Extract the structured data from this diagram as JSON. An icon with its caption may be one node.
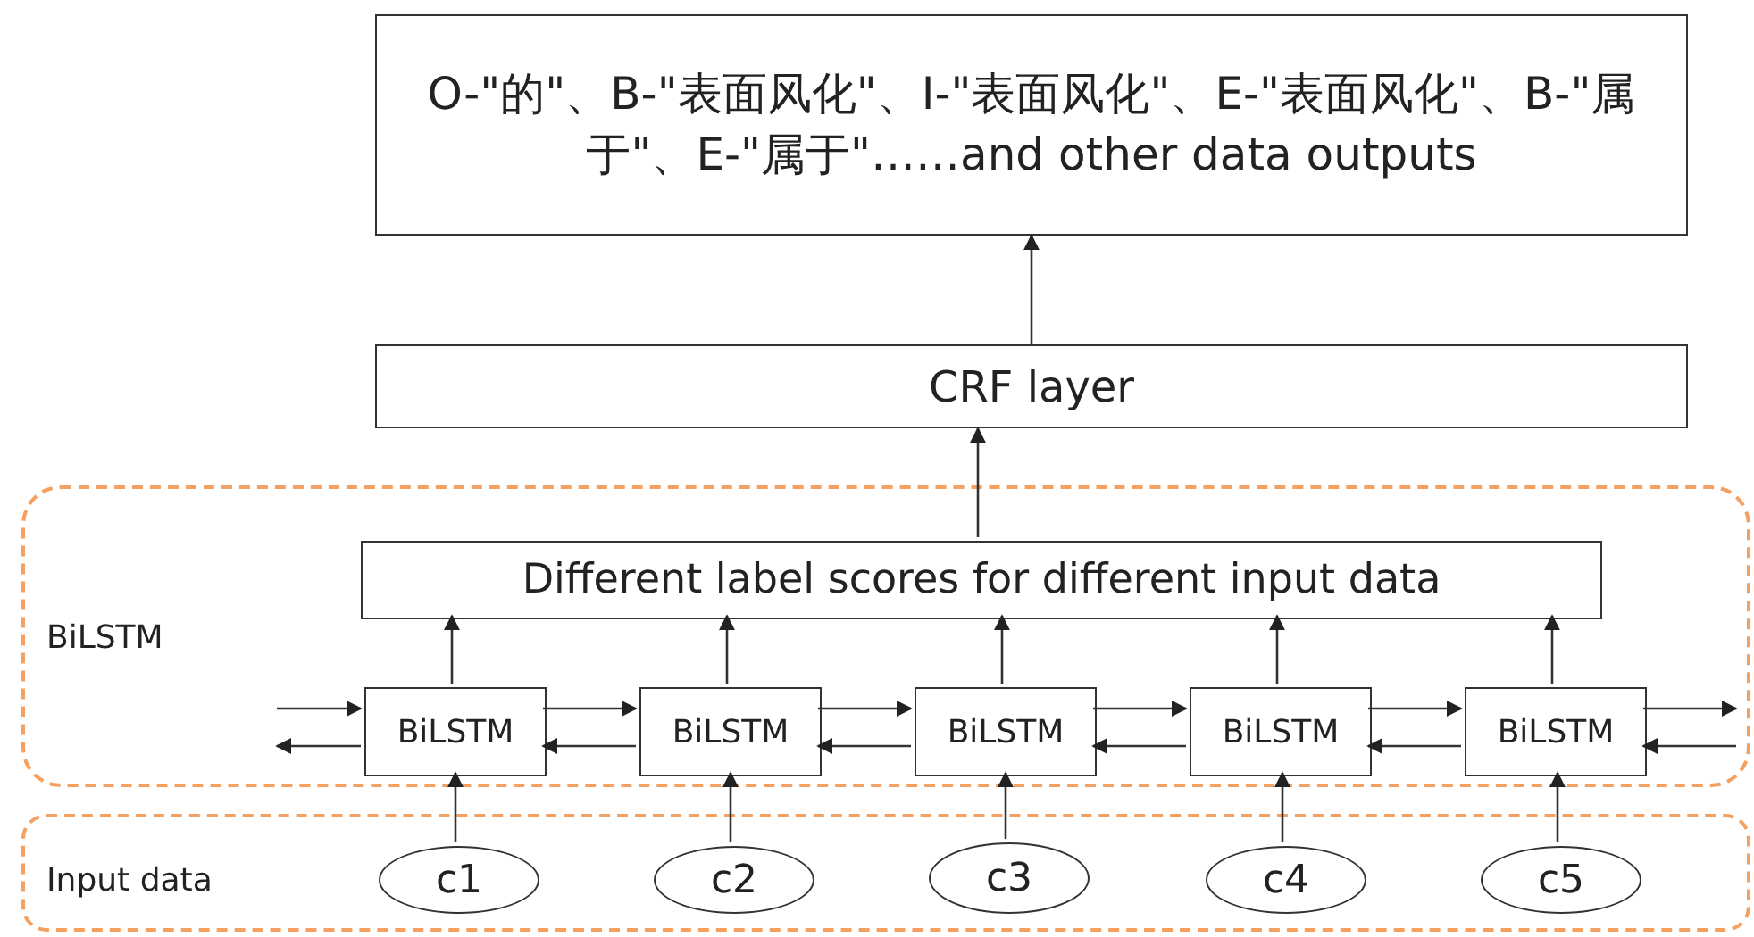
{
  "diagram": {
    "nodes": [
      {
        "text": [
          "O-\"的\"、B-\"表面风化\"、I-\"表面风化\"、E-\"表面风化\"、B-\"属于\"、E-\"属于\"……and other data outputs"
        ]
      },
      {
        "text": [
          "CRF layer"
        ]
      },
      {
        "text": [
          "BiLSTM"
        ]
      },
      {
        "text": [
          "Different label scores for different input data"
        ],
        "in": 2
      },
      {
        "text": [
          "BiLSTM"
        ],
        "in": 2
      },
      {
        "text": [
          "BiLSTM"
        ],
        "in": 2
      },
      {
        "text": [
          "BiLSTM"
        ],
        "in": 2
      },
      {
        "text": [
          "BiLSTM"
        ],
        "in": 2
      },
      {
        "text": [
          "BiLSTM"
        ],
        "in": 2
      },
      {
        "text": [
          "Input data"
        ]
      },
      {
        "text": [
          "c1"
        ],
        "in": 9
      },
      {
        "text": [
          "c2"
        ],
        "in": 9
      },
      {
        "text": [
          "c3"
        ],
        "in": 9
      },
      {
        "text": [
          "c4"
        ],
        "in": 9
      },
      {
        "text": [
          "c5"
        ],
        "in": 9
      }
    ],
    "edges": [
      {
        "from": 1,
        "to": 0,
        "arrow": "to"
      },
      {
        "from": 3,
        "to": 1,
        "arrow": "to"
      },
      {
        "from": 4,
        "to": 3,
        "arrow": "to"
      },
      {
        "from": 5,
        "to": 3,
        "arrow": "to"
      },
      {
        "from": 6,
        "to": 3,
        "arrow": "to"
      },
      {
        "from": 7,
        "to": 3,
        "arrow": "to"
      },
      {
        "from": 8,
        "to": 3,
        "arrow": "to"
      },
      {
        "from": 10,
        "to": 4,
        "arrow": "to"
      },
      {
        "from": 11,
        "to": 5,
        "arrow": "to"
      },
      {
        "from": 12,
        "to": 6,
        "arrow": "to"
      },
      {
        "from": 13,
        "to": 7,
        "arrow": "to"
      },
      {
        "from": 14,
        "to": 8,
        "arrow": "to"
      },
      {
        "from": null,
        "to": 4,
        "arrow": "to"
      },
      {
        "from": 4,
        "to": 5,
        "arrow": "to"
      },
      {
        "from": 5,
        "to": 6,
        "arrow": "to"
      },
      {
        "from": 6,
        "to": 7,
        "arrow": "to"
      },
      {
        "from": 7,
        "to": 8,
        "arrow": "to"
      },
      {
        "from": 8,
        "to": null,
        "arrow": "to"
      },
      {
        "from": 4,
        "to": null,
        "arrow": "to"
      },
      {
        "from": 5,
        "to": 4,
        "arrow": "to"
      },
      {
        "from": 6,
        "to": 5,
        "arrow": "to"
      },
      {
        "from": 7,
        "to": 6,
        "arrow": "to"
      },
      {
        "from": 8,
        "to": 7,
        "arrow": "to"
      },
      {
        "from": null,
        "to": 8,
        "arrow": "to"
      }
    ]
  }
}
